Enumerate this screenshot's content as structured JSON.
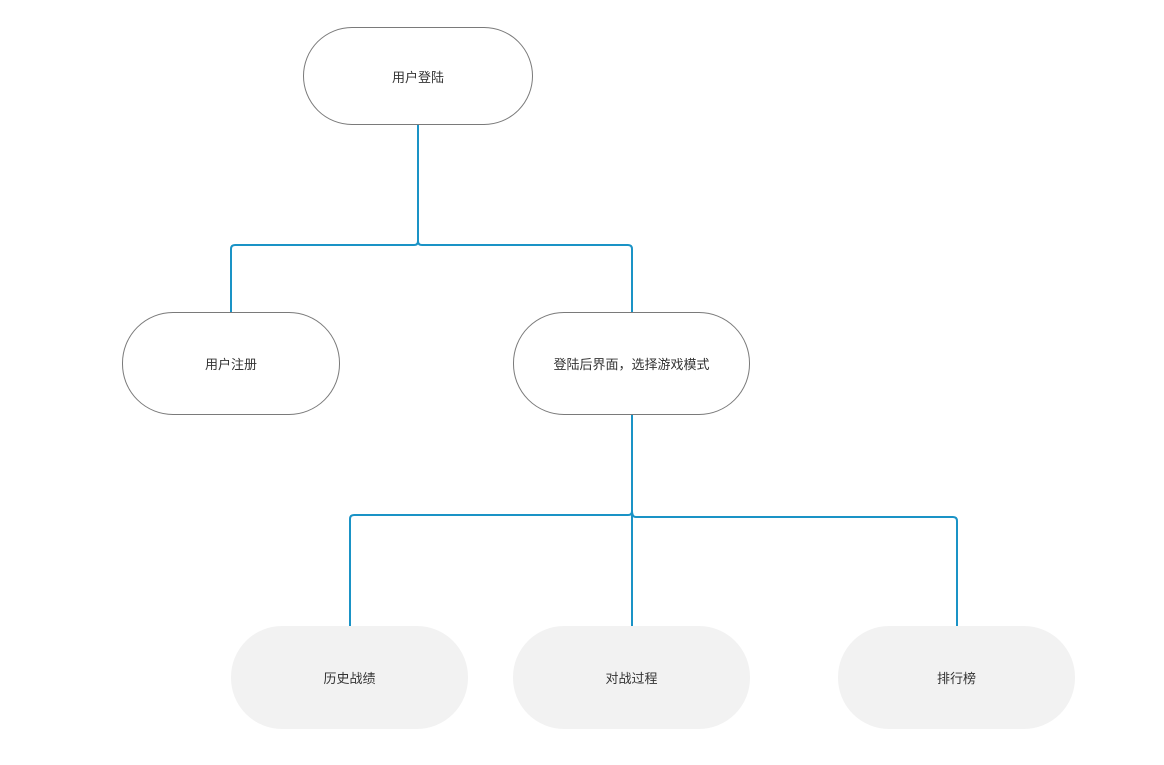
{
  "diagram": {
    "line_color": "#1a93c6",
    "nodes": {
      "login": {
        "label": "用户登陆"
      },
      "register": {
        "label": "用户注册"
      },
      "main": {
        "label": "登陆后界面，选择游戏模式"
      },
      "history": {
        "label": "历史战绩"
      },
      "battle": {
        "label": "对战过程"
      },
      "rank": {
        "label": "排行榜"
      }
    },
    "edges": [
      {
        "from": "login",
        "to": "register"
      },
      {
        "from": "login",
        "to": "main"
      },
      {
        "from": "main",
        "to": "history"
      },
      {
        "from": "main",
        "to": "battle"
      },
      {
        "from": "main",
        "to": "rank"
      }
    ]
  }
}
